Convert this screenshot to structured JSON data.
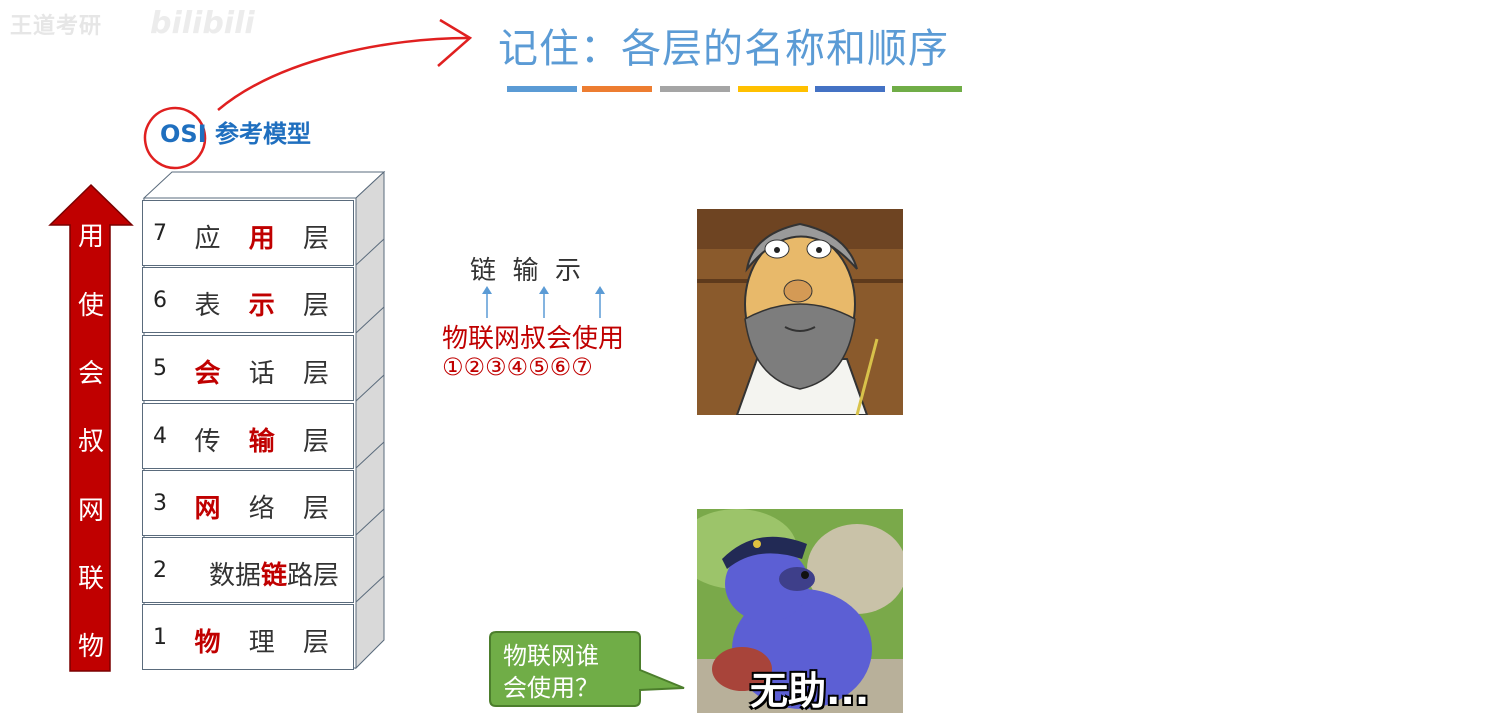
{
  "watermark": {
    "text": "王道考研",
    "logo": "bilibili"
  },
  "slide": {
    "title": "记住：各层的名称和顺序",
    "color_bars": [
      "#5b9bd5",
      "#ed7d31",
      "#a5a5a5",
      "#ffc000",
      "#4472c4",
      "#70ad47"
    ]
  },
  "osi": {
    "title": "OSI 参考模型",
    "layers": [
      {
        "num": "7",
        "pre": "应 ",
        "hl": "用",
        "post": " 层"
      },
      {
        "num": "6",
        "pre": "表 ",
        "hl": "示",
        "post": " 层"
      },
      {
        "num": "5",
        "pre": "",
        "hl": "会",
        "post": " 话 层"
      },
      {
        "num": "4",
        "pre": "传 ",
        "hl": "输",
        "post": " 层"
      },
      {
        "num": "3",
        "pre": "",
        "hl": "网",
        "post": " 络 层"
      },
      {
        "num": "2",
        "pre": "数据",
        "hl": "链",
        "post": "路层"
      },
      {
        "num": "1",
        "pre": "",
        "hl": "物",
        "post": " 理 层"
      }
    ]
  },
  "arrow": {
    "chars": [
      "用",
      "使",
      "会",
      "叔",
      "网",
      "联",
      "物"
    ],
    "color": "#c00000"
  },
  "mnemonic": {
    "top": "链  输  示",
    "middle": "物联网叔会使用",
    "numbers": "①②③④⑤⑥⑦"
  },
  "bubble": {
    "line1": "物联网谁",
    "line2": "会使用？",
    "color": "#70ad47"
  },
  "meme": {
    "caption": "无助..."
  }
}
